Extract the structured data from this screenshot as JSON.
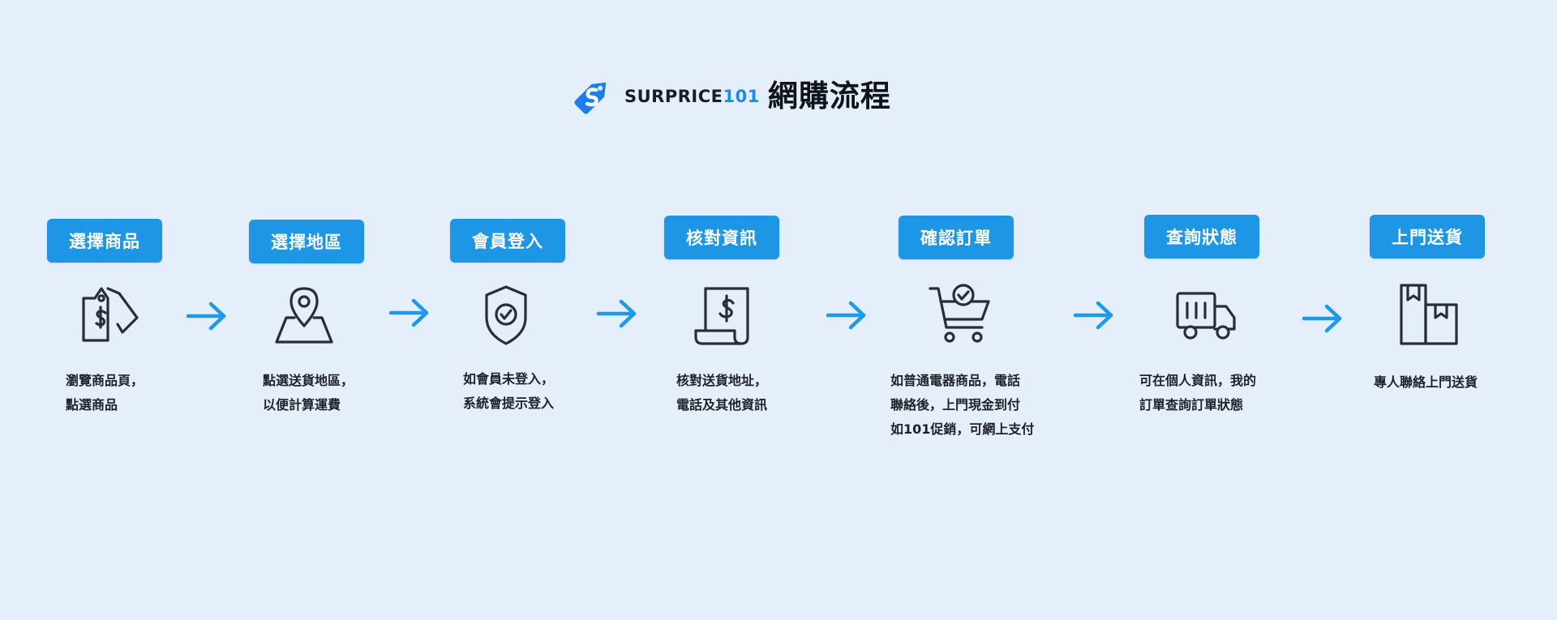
{
  "header": {
    "brand_name": "SURPRICE",
    "brand_number": "101",
    "title": "網購流程",
    "logo_icon": "price-tag-logo-icon",
    "brand_color": "#1a8cf0"
  },
  "colors": {
    "background": "#e5effc",
    "pill": "#1e96e6",
    "arrow": "#1a9ae8",
    "icon_stroke": "#2b2d36"
  },
  "steps": [
    {
      "label": "選擇商品",
      "icon": "price-tags-icon",
      "description": [
        "瀏覽商品頁，",
        "點選商品"
      ]
    },
    {
      "label": "選擇地區",
      "icon": "map-pin-icon",
      "description": [
        "點選送貨地區，",
        "以便計算運費"
      ]
    },
    {
      "label": "會員登入",
      "icon": "shield-check-icon",
      "description": [
        "如會員未登入，",
        "系統會提示登入"
      ]
    },
    {
      "label": "核對資訊",
      "icon": "receipt-dollar-icon",
      "description": [
        "核對送貨地址，",
        "電話及其他資訊"
      ]
    },
    {
      "label": "確認訂單",
      "icon": "cart-check-icon",
      "description": [
        "如普通電器商品，電話",
        "聯絡後，上門現金到付",
        "如101促銷，可網上支付"
      ]
    },
    {
      "label": "查詢狀態",
      "icon": "delivery-truck-icon",
      "description": [
        "可在個人資訊，我的",
        "訂單查詢訂單狀態"
      ]
    },
    {
      "label": "上門送貨",
      "icon": "package-box-icon",
      "description": [
        "專人聯絡上門送貨"
      ]
    }
  ]
}
